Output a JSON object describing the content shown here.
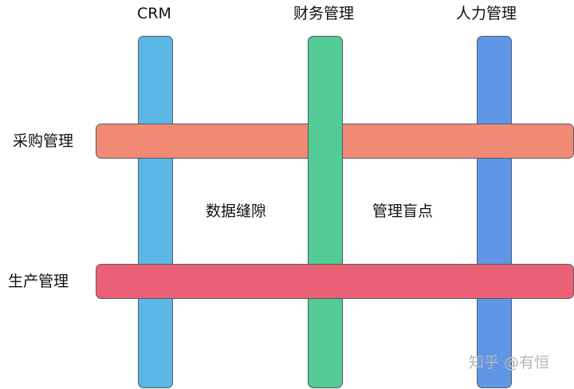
{
  "columns": [
    {
      "label": "CRM",
      "color": "#5bb8e6"
    },
    {
      "label": "财务管理",
      "color": "#52cc94"
    },
    {
      "label": "人力管理",
      "color": "#5f97e6"
    }
  ],
  "rows": [
    {
      "label": "采购管理",
      "color": "#f08a74"
    },
    {
      "label": "生产管理",
      "color": "#ec6076"
    }
  ],
  "annotations": {
    "data_gap": "数据缝隙",
    "management_blindspot": "管理盲点"
  },
  "watermark": "知乎 @有恒"
}
